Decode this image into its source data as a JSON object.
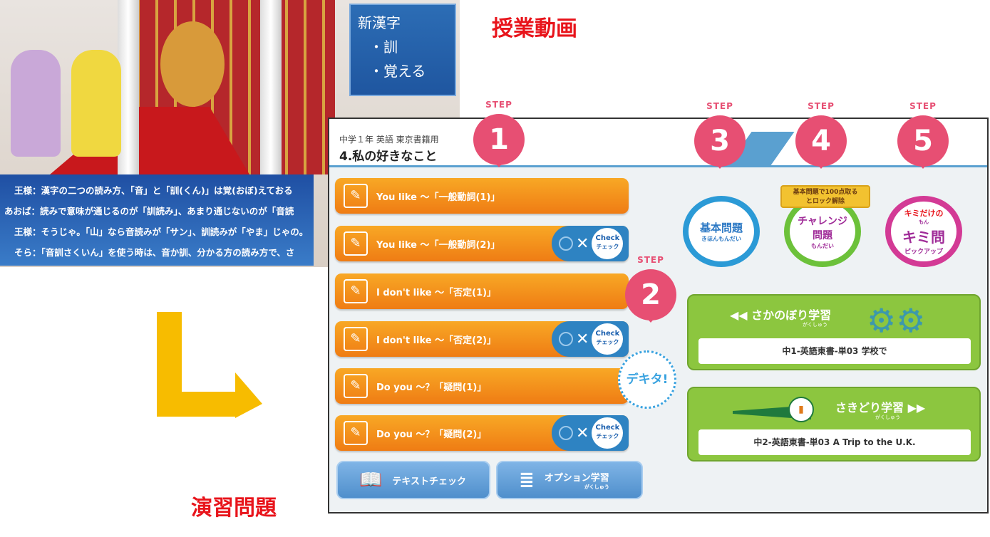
{
  "video": {
    "label": "授業動画",
    "kanji_panel": {
      "title": "新漢字",
      "items": [
        "・訓",
        "・覚える"
      ]
    },
    "subtitles": [
      "王様：漢字の二つの読み方、「音」と「訓(くん)」は覚(おぼ)えておる",
      "あおば：読みで意味が通じるのが「訓読み」、あまり通じないのが「音読",
      "王様：そうじゃ。「山」なら音読みが「サン」、訓読みが「やま」じゃの。",
      "そら：「音訓さくいん」を使う時は、音か訓、分かる方の読み方で、さ"
    ]
  },
  "exercise_label": "演習問題",
  "colors": {
    "accent_red": "#e8141b",
    "arrow": "#f7bc00",
    "step_pink": "#e74f73",
    "orange": "#f39a1e",
    "blue": "#2e83c2",
    "green": "#8cc63f"
  },
  "app": {
    "header": {
      "subtitle": "中学１年 英語 東京書籍用",
      "title": "4.私の好きなこと"
    },
    "step_word": "STEP",
    "steps": [
      "1",
      "2",
      "3",
      "4",
      "5"
    ],
    "lessons": [
      {
        "label": "You like 〜「一般動詞(1)」",
        "check": false
      },
      {
        "label": "You like 〜「一般動詞(2)」",
        "check": true
      },
      {
        "label": "I don't like 〜「否定(1)」",
        "check": false
      },
      {
        "label": "I don't like 〜「否定(2)」",
        "check": true
      },
      {
        "label": "Do you 〜？「疑問(1)」",
        "check": false
      },
      {
        "label": "Do you 〜？「疑問(2)」",
        "check": true
      }
    ],
    "check_button": {
      "en": "Check",
      "ja": "チェック"
    },
    "text_check": "テキストチェック",
    "option": {
      "label": "オプション学習",
      "ruby": "がくしゅう"
    },
    "dekita": "デキタ!",
    "basic": {
      "label": "基本問題",
      "ruby": "きほんもんだい"
    },
    "challenge": {
      "badge": "基本問題で100点取るとロック解除",
      "label1": "チャレンジ",
      "label2": "問題",
      "ruby": "もんだい"
    },
    "kimi": {
      "top": "キミだけの",
      "ruby": "もん",
      "label": "キミ問",
      "sub": "ピックアップ"
    },
    "sakanobori": {
      "title": "◀◀ さかのぼり学習",
      "ruby": "がくしゅう",
      "unit": "中1-英語東書-単03 学校で"
    },
    "sakidori": {
      "title": "さきどり学習 ▶▶",
      "ruby": "がくしゅう",
      "unit": "中2-英語東書-単03 A Trip to the U.K."
    }
  }
}
